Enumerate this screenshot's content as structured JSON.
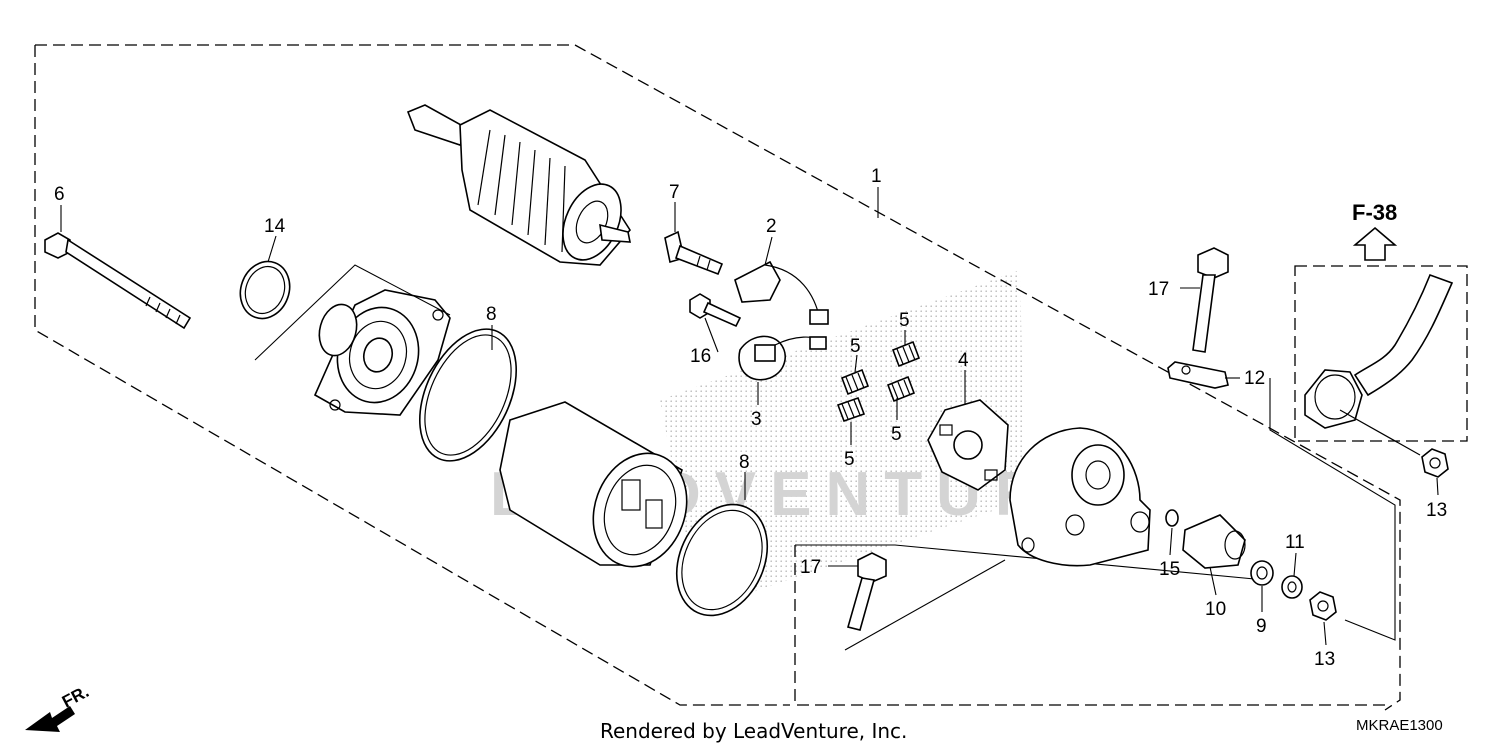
{
  "diagram": {
    "callouts": [
      {
        "id": "c1",
        "text": "1"
      },
      {
        "id": "c2",
        "text": "2"
      },
      {
        "id": "c3",
        "text": "3"
      },
      {
        "id": "c4",
        "text": "4"
      },
      {
        "id": "c5a",
        "text": "5"
      },
      {
        "id": "c5b",
        "text": "5"
      },
      {
        "id": "c5c",
        "text": "5"
      },
      {
        "id": "c5d",
        "text": "5"
      },
      {
        "id": "c6",
        "text": "6"
      },
      {
        "id": "c7",
        "text": "7"
      },
      {
        "id": "c8a",
        "text": "8"
      },
      {
        "id": "c8b",
        "text": "8"
      },
      {
        "id": "c9",
        "text": "9"
      },
      {
        "id": "c10",
        "text": "10"
      },
      {
        "id": "c11",
        "text": "11"
      },
      {
        "id": "c12",
        "text": "12"
      },
      {
        "id": "c13a",
        "text": "13"
      },
      {
        "id": "c13b",
        "text": "13"
      },
      {
        "id": "c14",
        "text": "14"
      },
      {
        "id": "c15",
        "text": "15"
      },
      {
        "id": "c16",
        "text": "16"
      },
      {
        "id": "c17a",
        "text": "17"
      },
      {
        "id": "c17b",
        "text": "17"
      }
    ],
    "reference_label": "F-38",
    "direction_label": "FR.",
    "watermark_text": "LEADVENTURE",
    "credit": "Rendered by LeadVenture, Inc.",
    "diagram_code": "MKRAE1300"
  }
}
